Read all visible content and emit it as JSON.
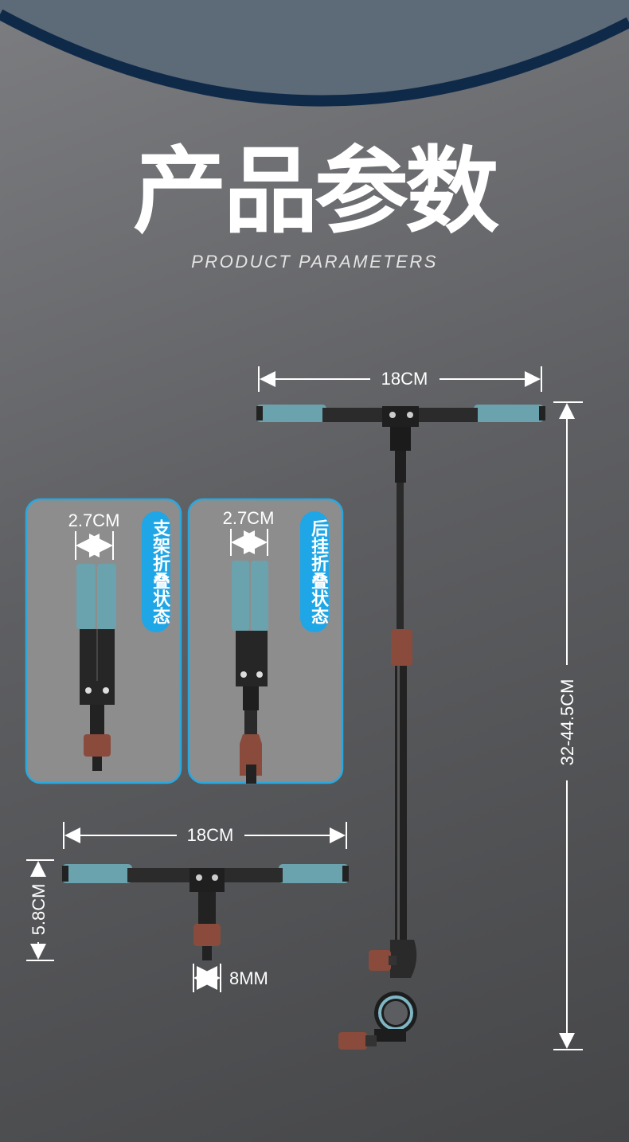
{
  "header": {
    "title": "产品参数",
    "subtitle": "PRODUCT PARAMETERS"
  },
  "colors": {
    "top_band": "#5d6a78",
    "arc_line": "#0f2a48",
    "panel_border": "#29a8e0",
    "label_bg": "#1fa6e6",
    "strap": "#6aa3ad",
    "knob": "#8a4a3c"
  },
  "main_product": {
    "width_label": "18CM",
    "height_label": "32-44.5CM"
  },
  "panels": [
    {
      "width_label": "2.7CM",
      "state_label": "支架折叠状态"
    },
    {
      "width_label": "2.7CM",
      "state_label": "后挂折叠状态"
    }
  ],
  "holder_detail": {
    "width_label": "18CM",
    "height_label": "5.8CM",
    "thread_label": "8MM"
  }
}
